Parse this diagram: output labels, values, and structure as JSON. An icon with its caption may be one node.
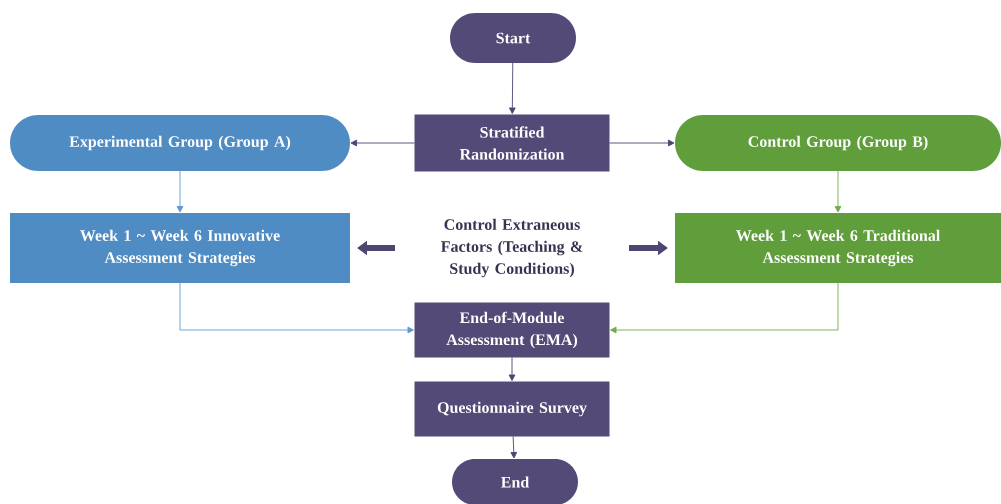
{
  "diagram": {
    "nodes": [
      {
        "text": [
          "Start"
        ]
      },
      {
        "text": [
          "Stratified Randomization"
        ]
      },
      {
        "text": [
          "Experimental Group (Group A)"
        ]
      },
      {
        "text": [
          "Control Group (Group B)"
        ]
      },
      {
        "text": [
          "Week 1 ~ Week 6 Innovative Assessment Strategies"
        ]
      },
      {
        "text": [
          "Control Extraneous Factors (Teaching & Study Conditions)"
        ]
      },
      {
        "text": [
          "Week 1 ~ Week 6 Traditional Assessment Strategies"
        ]
      },
      {
        "text": [
          "End-of-Module Assessment (EMA)"
        ]
      },
      {
        "text": [
          "Questionnaire Survey"
        ]
      },
      {
        "text": [
          "End"
        ]
      }
    ],
    "edges": [
      {
        "from": 0,
        "to": 1,
        "arrow": "to"
      },
      {
        "from": 1,
        "to": 2,
        "arrow": "to"
      },
      {
        "from": 1,
        "to": 3,
        "arrow": "to"
      },
      {
        "from": 2,
        "to": 4,
        "arrow": "to",
        "color": "#5b9bd5"
      },
      {
        "from": 3,
        "to": 6,
        "arrow": "to",
        "color": "#70ad47"
      },
      {
        "from": 5,
        "to": 4,
        "arrow": "to",
        "style": "thick"
      },
      {
        "from": 5,
        "to": 6,
        "arrow": "to",
        "style": "thick"
      },
      {
        "from": 4,
        "to": 7,
        "arrow": "to",
        "color": "#5b9bd5"
      },
      {
        "from": 6,
        "to": 7,
        "arrow": "to",
        "color": "#70ad47"
      },
      {
        "from": 7,
        "to": 8,
        "arrow": "to"
      },
      {
        "from": 8,
        "to": 9,
        "arrow": "to"
      }
    ]
  }
}
